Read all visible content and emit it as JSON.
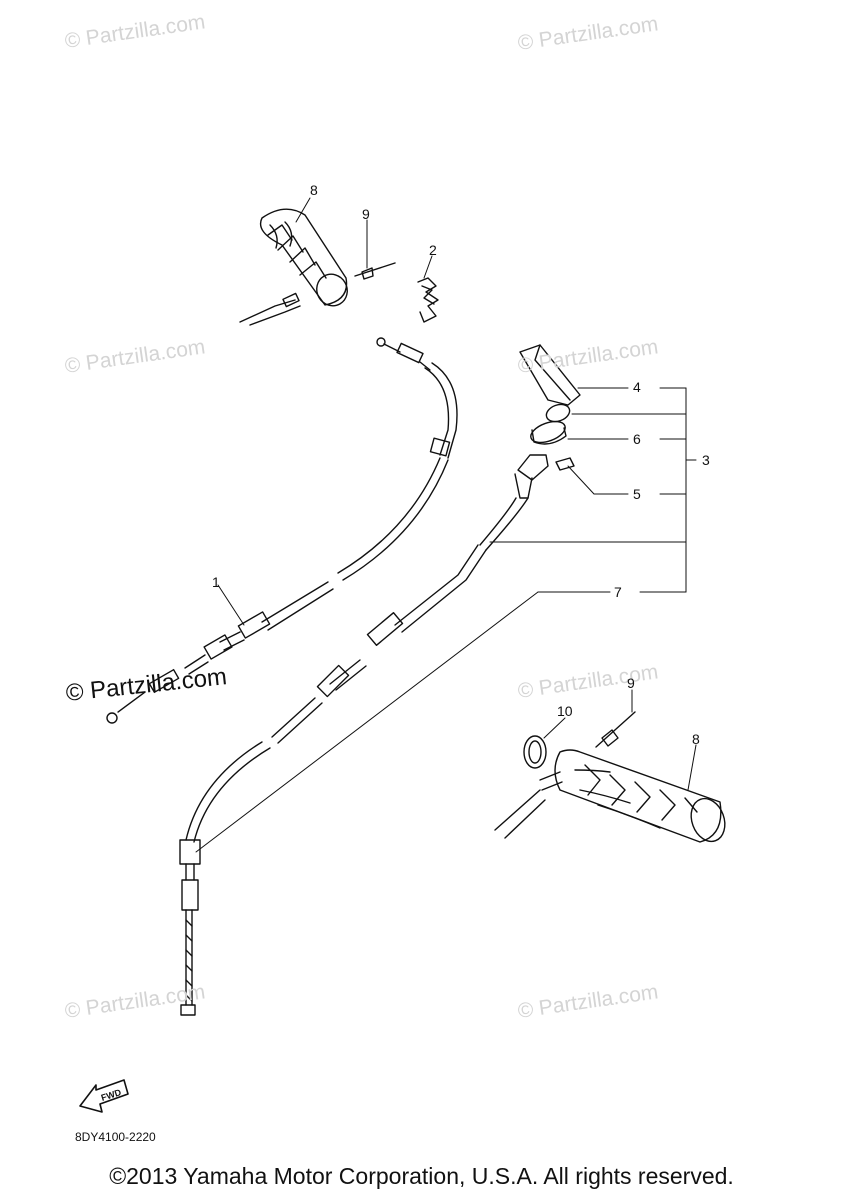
{
  "watermarks": [
    "© Partzilla.com",
    "© Partzilla.com",
    "© Partzilla.com",
    "© Partzilla.com",
    "© Partzilla.com",
    "© Partzilla.com",
    "© Partzilla.com",
    "© Partzilla.com"
  ],
  "watermark_dark": "© Partzilla.com",
  "callouts": [
    "1",
    "2",
    "3",
    "4",
    "5",
    "6",
    "7",
    "8",
    "8",
    "9",
    "9",
    "10"
  ],
  "fwd_label": "FWD",
  "diagram_code": "8DY4100-2220",
  "copyright": "©2013 Yamaha Motor Corporation, U.S.A. All rights reserved."
}
